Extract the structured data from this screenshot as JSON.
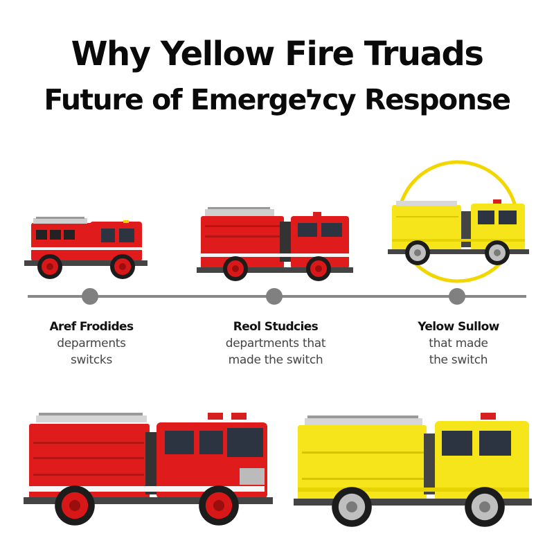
{
  "title": {
    "line1": "Why Yellow Fire Truads",
    "line2": "Future of Emergeלcy Response"
  },
  "stages": [
    {
      "heading": "Aref Frodides",
      "desc_line1": "deparments",
      "desc_line2": "switcks"
    },
    {
      "heading": "Reol Studcies",
      "desc_line1": "departments that",
      "desc_line2": "made the switch"
    },
    {
      "heading": "Yelow Sullow",
      "desc_line1": "that made",
      "desc_line2": "the switch"
    }
  ],
  "colors": {
    "red": "#e01b1b",
    "red_dark": "#b51414",
    "yellow": "#f6e51b",
    "yellow_dark": "#cdbb0c",
    "highlight_ring": "#f2d600",
    "timeline": "#888888"
  },
  "icons": {
    "truck_small_red": "fire-truck-red",
    "truck_medium_red": "fire-truck-red",
    "truck_yellow_highlighted": "fire-truck-yellow",
    "truck_large_red": "fire-truck-red",
    "truck_large_yellow": "fire-truck-yellow"
  }
}
